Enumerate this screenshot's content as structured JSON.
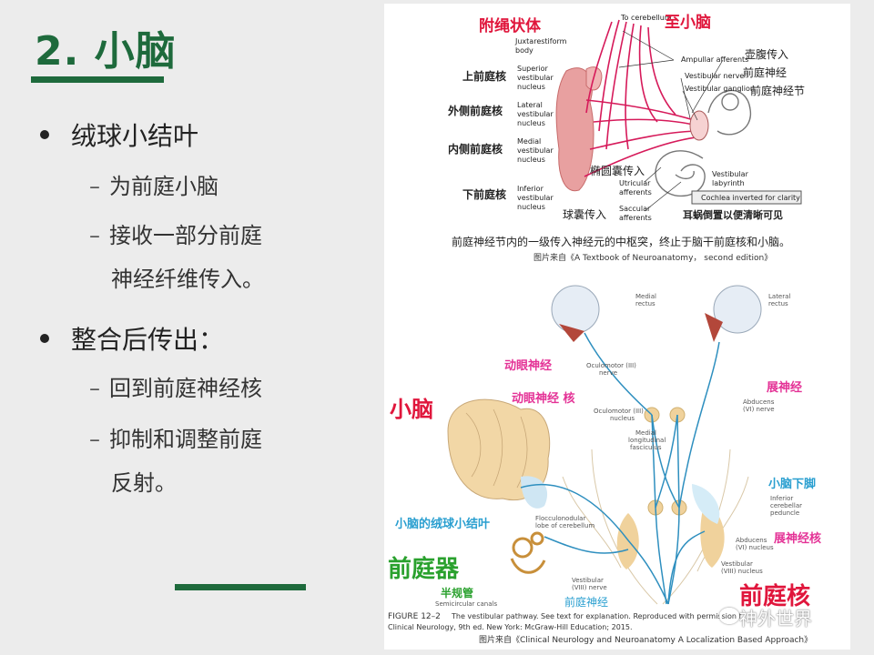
{
  "slide": {
    "title": "2. 小脑",
    "bullets": [
      {
        "text": "绒球小结叶",
        "subs": [
          "为前庭小脑",
          "接收一部分前庭",
          "神经纤维传入。"
        ]
      },
      {
        "text": "整合后传出：",
        "subs": [
          "回到前庭神经核",
          "抑制和调整前庭",
          "反射。"
        ]
      }
    ],
    "dash": "–"
  },
  "figure_top": {
    "labels_cn": {
      "fushengzhuangti": "附绳状体",
      "zhixiaonao": "至小脑",
      "shangqianting": "上前庭核",
      "waice": "外侧前庭核",
      "neice": "内侧前庭核",
      "xiaqianting": "下前庭核",
      "hufu": "壶腹传入",
      "qtsj": "前庭神经",
      "qtsjj": "前庭神经节",
      "tuoyuan": "椭圆囊传入",
      "qiunang": "球囊传入",
      "cochlea_cn": "耳蜗倒置以便清晰可见"
    },
    "labels_en": {
      "to_cerebellum": "To cerebellum",
      "juxta": "Juxtarestiform",
      "juxta2": "body",
      "superior": "Superior",
      "lateral": "Lateral",
      "medial": "Medial",
      "inferior": "Inferior",
      "vestibular": "vestibular",
      "nucleus": "nucleus",
      "ampullar": "Ampullar afferents",
      "vnerve": "Vestibular nerve",
      "vganglion": "Vestibular ganglion",
      "utricular": "Utricular",
      "afferents": "afferents",
      "saccular": "Saccular",
      "vlaby1": "Vestibular",
      "vlaby2": "labyrinth",
      "cochlea_box": "Cochlea inverted for clarity"
    },
    "caption": "前庭神经节内的一级传入神经元的中枢突，终止于脑干前庭核和小脑。",
    "source": "图片来自《A Textbook of Neuroanatomy， second edition》"
  },
  "figure_bottom": {
    "labels_cn": {
      "dongyan": "动眼神经",
      "dongyanhe": "动眼神经 核",
      "zhanshen": "展神经",
      "xiaonao": "小脑",
      "xiaonaoxiajiao": "小脑下脚",
      "zhanshenhe": "展神经核",
      "rongqiu": "小脑的绒球小结叶",
      "qiantingqi": "前庭器",
      "banguiguan": "半规管",
      "qtsj": "前庭神经",
      "qiantinghe": "前庭核"
    },
    "labels_en": {
      "medial_rectus1": "Medial",
      "medial_rectus2": "rectus",
      "lateral_rectus1": "Lateral",
      "lateral_rectus2": "rectus",
      "ocul_nerve1": "Oculomotor (III)",
      "ocul_nerve2": "nerve",
      "abducens1": "Abducens",
      "abducens2": "(VI) nerve",
      "ocul_nuc1": "Oculomotor (III)",
      "ocul_nuc2": "nucleus",
      "mlf1": "Medial",
      "mlf2": "longitudinal",
      "mlf3": "fasciculus",
      "icp1": "Inferior",
      "icp2": "cerebellar",
      "icp3": "peduncle",
      "floc1": "Flocculonodular",
      "floc2": "lobe of cerebellum",
      "abd_nuc1": "Abducens",
      "abd_nuc2": "(VI) nucleus",
      "vest_nuc1": "Vestibular",
      "vest_nuc2": "(VIII) nucleus",
      "vest_nerve1": "Vestibular",
      "vest_nerve2": "(VIII) nerve",
      "semicirc": "Semicircular canals"
    },
    "figure_caption_a": "FIGURE 12–2",
    "figure_caption_b": "The vestibular pathway. See text for explanation. Reproduced with permission f",
    "figure_caption_c": "Clinical Neurology, 9th ed. New York: McGraw-Hill Education; 2015.",
    "source": "图片来自《Clinical Neurology and Neuroanatomy A Localization Based Approach》"
  },
  "watermark": "神外世界",
  "colors": {
    "title_green": "#1e6a3c",
    "label_red": "#e0163c",
    "label_magenta": "#e43296",
    "label_blue": "#2a9fd0",
    "label_green": "#2aa12e",
    "pathway_red": "#d61a5a",
    "nucleus_pink": "#e8a0a0",
    "cerebellum_tan": "#f2d7a6",
    "nerve_blue": "#2e8fbf"
  }
}
